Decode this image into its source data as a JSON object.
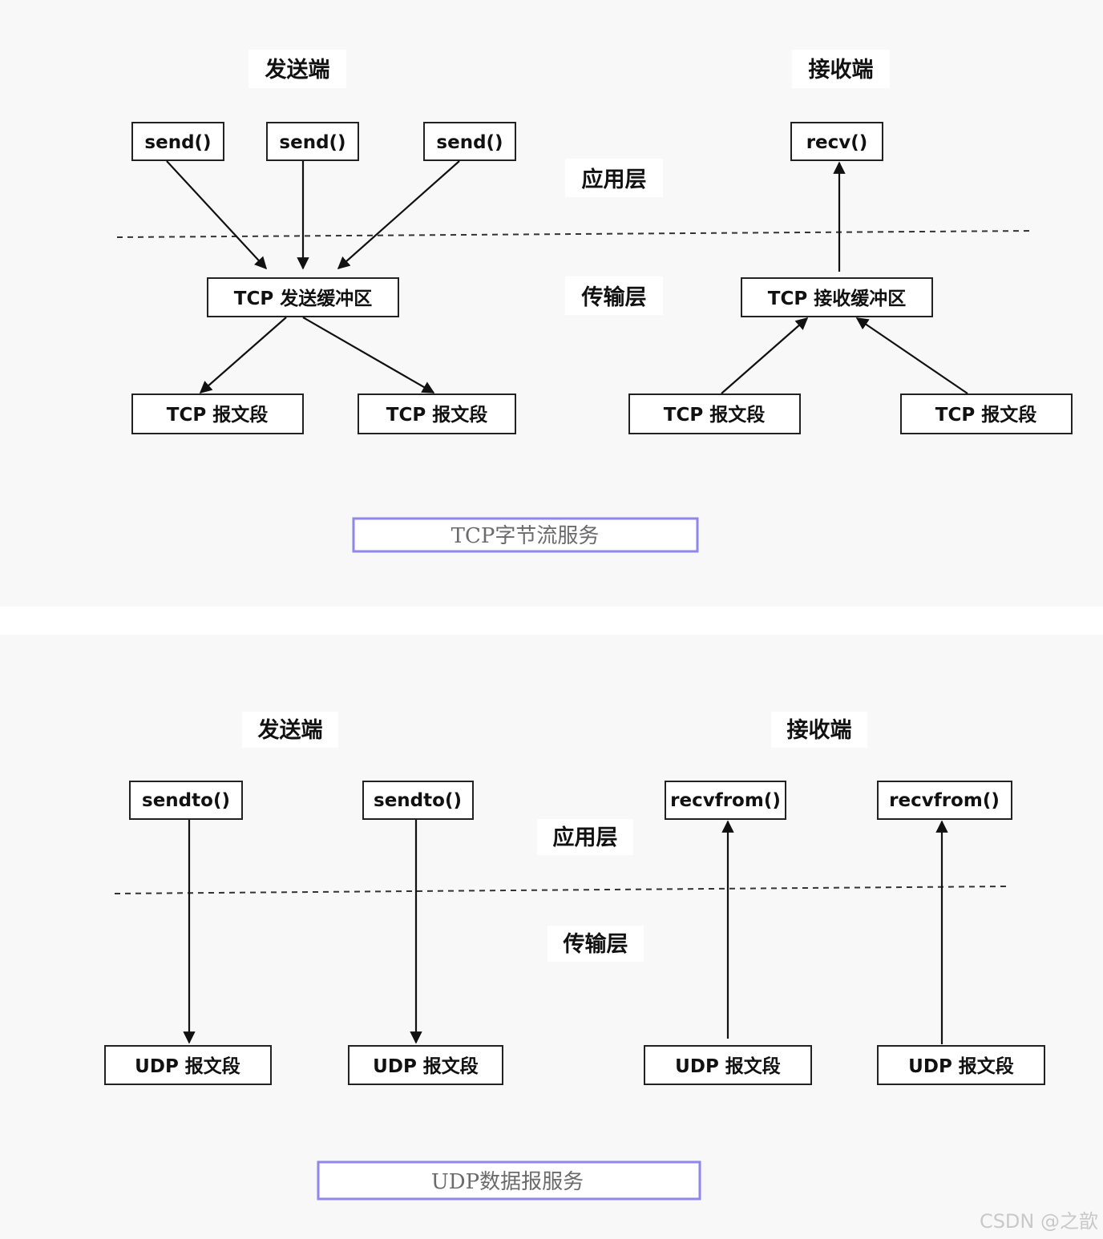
{
  "tcp": {
    "sender_label": "发送端",
    "receiver_label": "接收端",
    "app_layer": "应用层",
    "transport_layer": "传输层",
    "send_1": "send()",
    "send_2": "send()",
    "send_3": "send()",
    "recv": "recv()",
    "send_buffer": "TCP 发送缓冲区",
    "recv_buffer": "TCP 接收缓冲区",
    "seg_1": "TCP 报文段",
    "seg_2": "TCP 报文段",
    "seg_3": "TCP 报文段",
    "seg_4": "TCP 报文段",
    "caption": "TCP字节流服务"
  },
  "udp": {
    "sender_label": "发送端",
    "receiver_label": "接收端",
    "app_layer": "应用层",
    "transport_layer": "传输层",
    "sendto_1": "sendto()",
    "sendto_2": "sendto()",
    "recvfrom_1": "recvfrom()",
    "recvfrom_2": "recvfrom()",
    "seg_1": "UDP 报文段",
    "seg_2": "UDP 报文段",
    "seg_3": "UDP 报文段",
    "seg_4": "UDP 报文段",
    "caption": "UDP数据报服务"
  },
  "watermark": "CSDN @之歆"
}
